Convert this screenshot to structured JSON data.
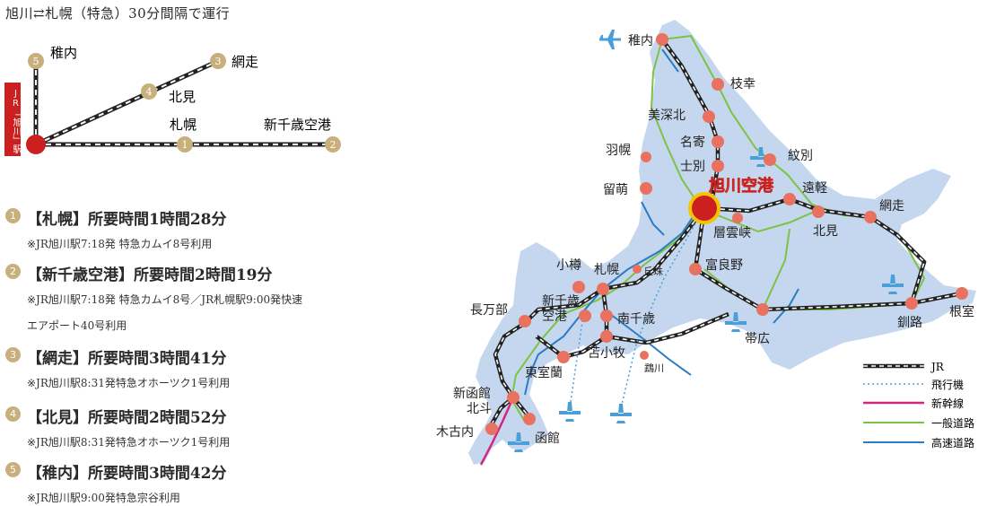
{
  "header": {
    "title": "旭川⇄札幌（特急）30分間隔で運行"
  },
  "route_diagram": {
    "origin_label": "JR「旭川」駅",
    "stations": [
      {
        "num": "1",
        "name": "札幌"
      },
      {
        "num": "2",
        "name": "新千歳空港"
      },
      {
        "num": "3",
        "name": "網走"
      },
      {
        "num": "4",
        "name": "北見"
      },
      {
        "num": "5",
        "name": "稚内"
      }
    ]
  },
  "destinations": [
    {
      "num": "1",
      "title": "【札幌】所要時間1時間28分",
      "notes": [
        "※JR旭川駅7:18発 特急カムイ8号利用"
      ]
    },
    {
      "num": "2",
      "title": "【新千歳空港】所要時間2時間19分",
      "notes": [
        "※JR旭川駅7:18発 特急カムイ8号／JR札幌駅9:00発快速",
        "エアポート40号利用"
      ]
    },
    {
      "num": "3",
      "title": "【網走】所要時間3時間41分",
      "notes": [
        "※JR旭川駅8:31発特急オホーツク1号利用"
      ]
    },
    {
      "num": "4",
      "title": "【北見】所要時間2時間52分",
      "notes": [
        "※JR旭川駅8:31発特急オホーツク1号利用"
      ]
    },
    {
      "num": "5",
      "title": "【稚内】所要時間3時間42分",
      "notes": [
        "※JR旭川駅9:00発特急宗谷利用"
      ]
    }
  ],
  "map": {
    "highlight": "旭川空港",
    "places": [
      "稚内",
      "枝幸",
      "美深北",
      "名寄",
      "士別",
      "紋別",
      "羽幌",
      "留萌",
      "遠軽",
      "網走",
      "層雲峡",
      "北見",
      "小樽",
      "札幌",
      "丘珠",
      "富良野",
      "長万部",
      "新千歳",
      "空港",
      "南千歳",
      "帯広",
      "根室",
      "釧路",
      "苫小牧",
      "東室蘭",
      "鵡川",
      "新函館",
      "北斗",
      "木古内",
      "函館"
    ],
    "legend": [
      {
        "label": "JR",
        "color": "#222222",
        "icon": "rail-line"
      },
      {
        "label": "飛行機",
        "color": "#4a9fd8",
        "icon": "dotted-line"
      },
      {
        "label": "新幹線",
        "color": "#d4267e",
        "icon": "line"
      },
      {
        "label": "一般道路",
        "color": "#7dc242",
        "icon": "line"
      },
      {
        "label": "高速道路",
        "color": "#2a7cc4",
        "icon": "line"
      }
    ],
    "colors": {
      "land": "#c5d7ee",
      "station": "#e8715f",
      "airport": "#cc1f1f",
      "highlight_text": "#f5c400",
      "badge": "#c8b07c",
      "origin_marker": "#cc1f1f"
    }
  }
}
